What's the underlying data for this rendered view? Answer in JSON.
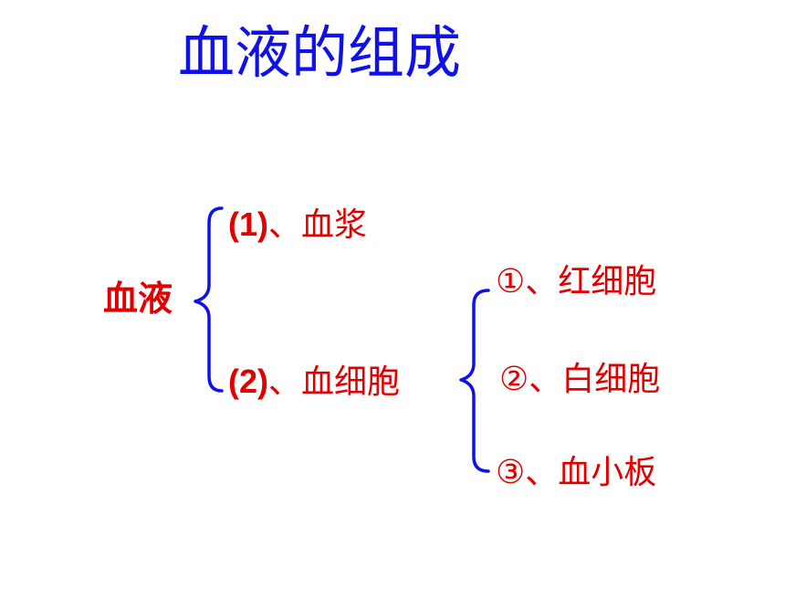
{
  "title": "血液的组成",
  "root": "血液",
  "branches": [
    {
      "num": "(1)",
      "text": "、血浆"
    },
    {
      "num": "(2)",
      "text": "、血细胞"
    }
  ],
  "cells": [
    "①、红细胞",
    "②、白细胞",
    "③、血小板"
  ],
  "colors": {
    "title": "#1010e8",
    "text": "#e00000",
    "brace": "#1010e8"
  }
}
